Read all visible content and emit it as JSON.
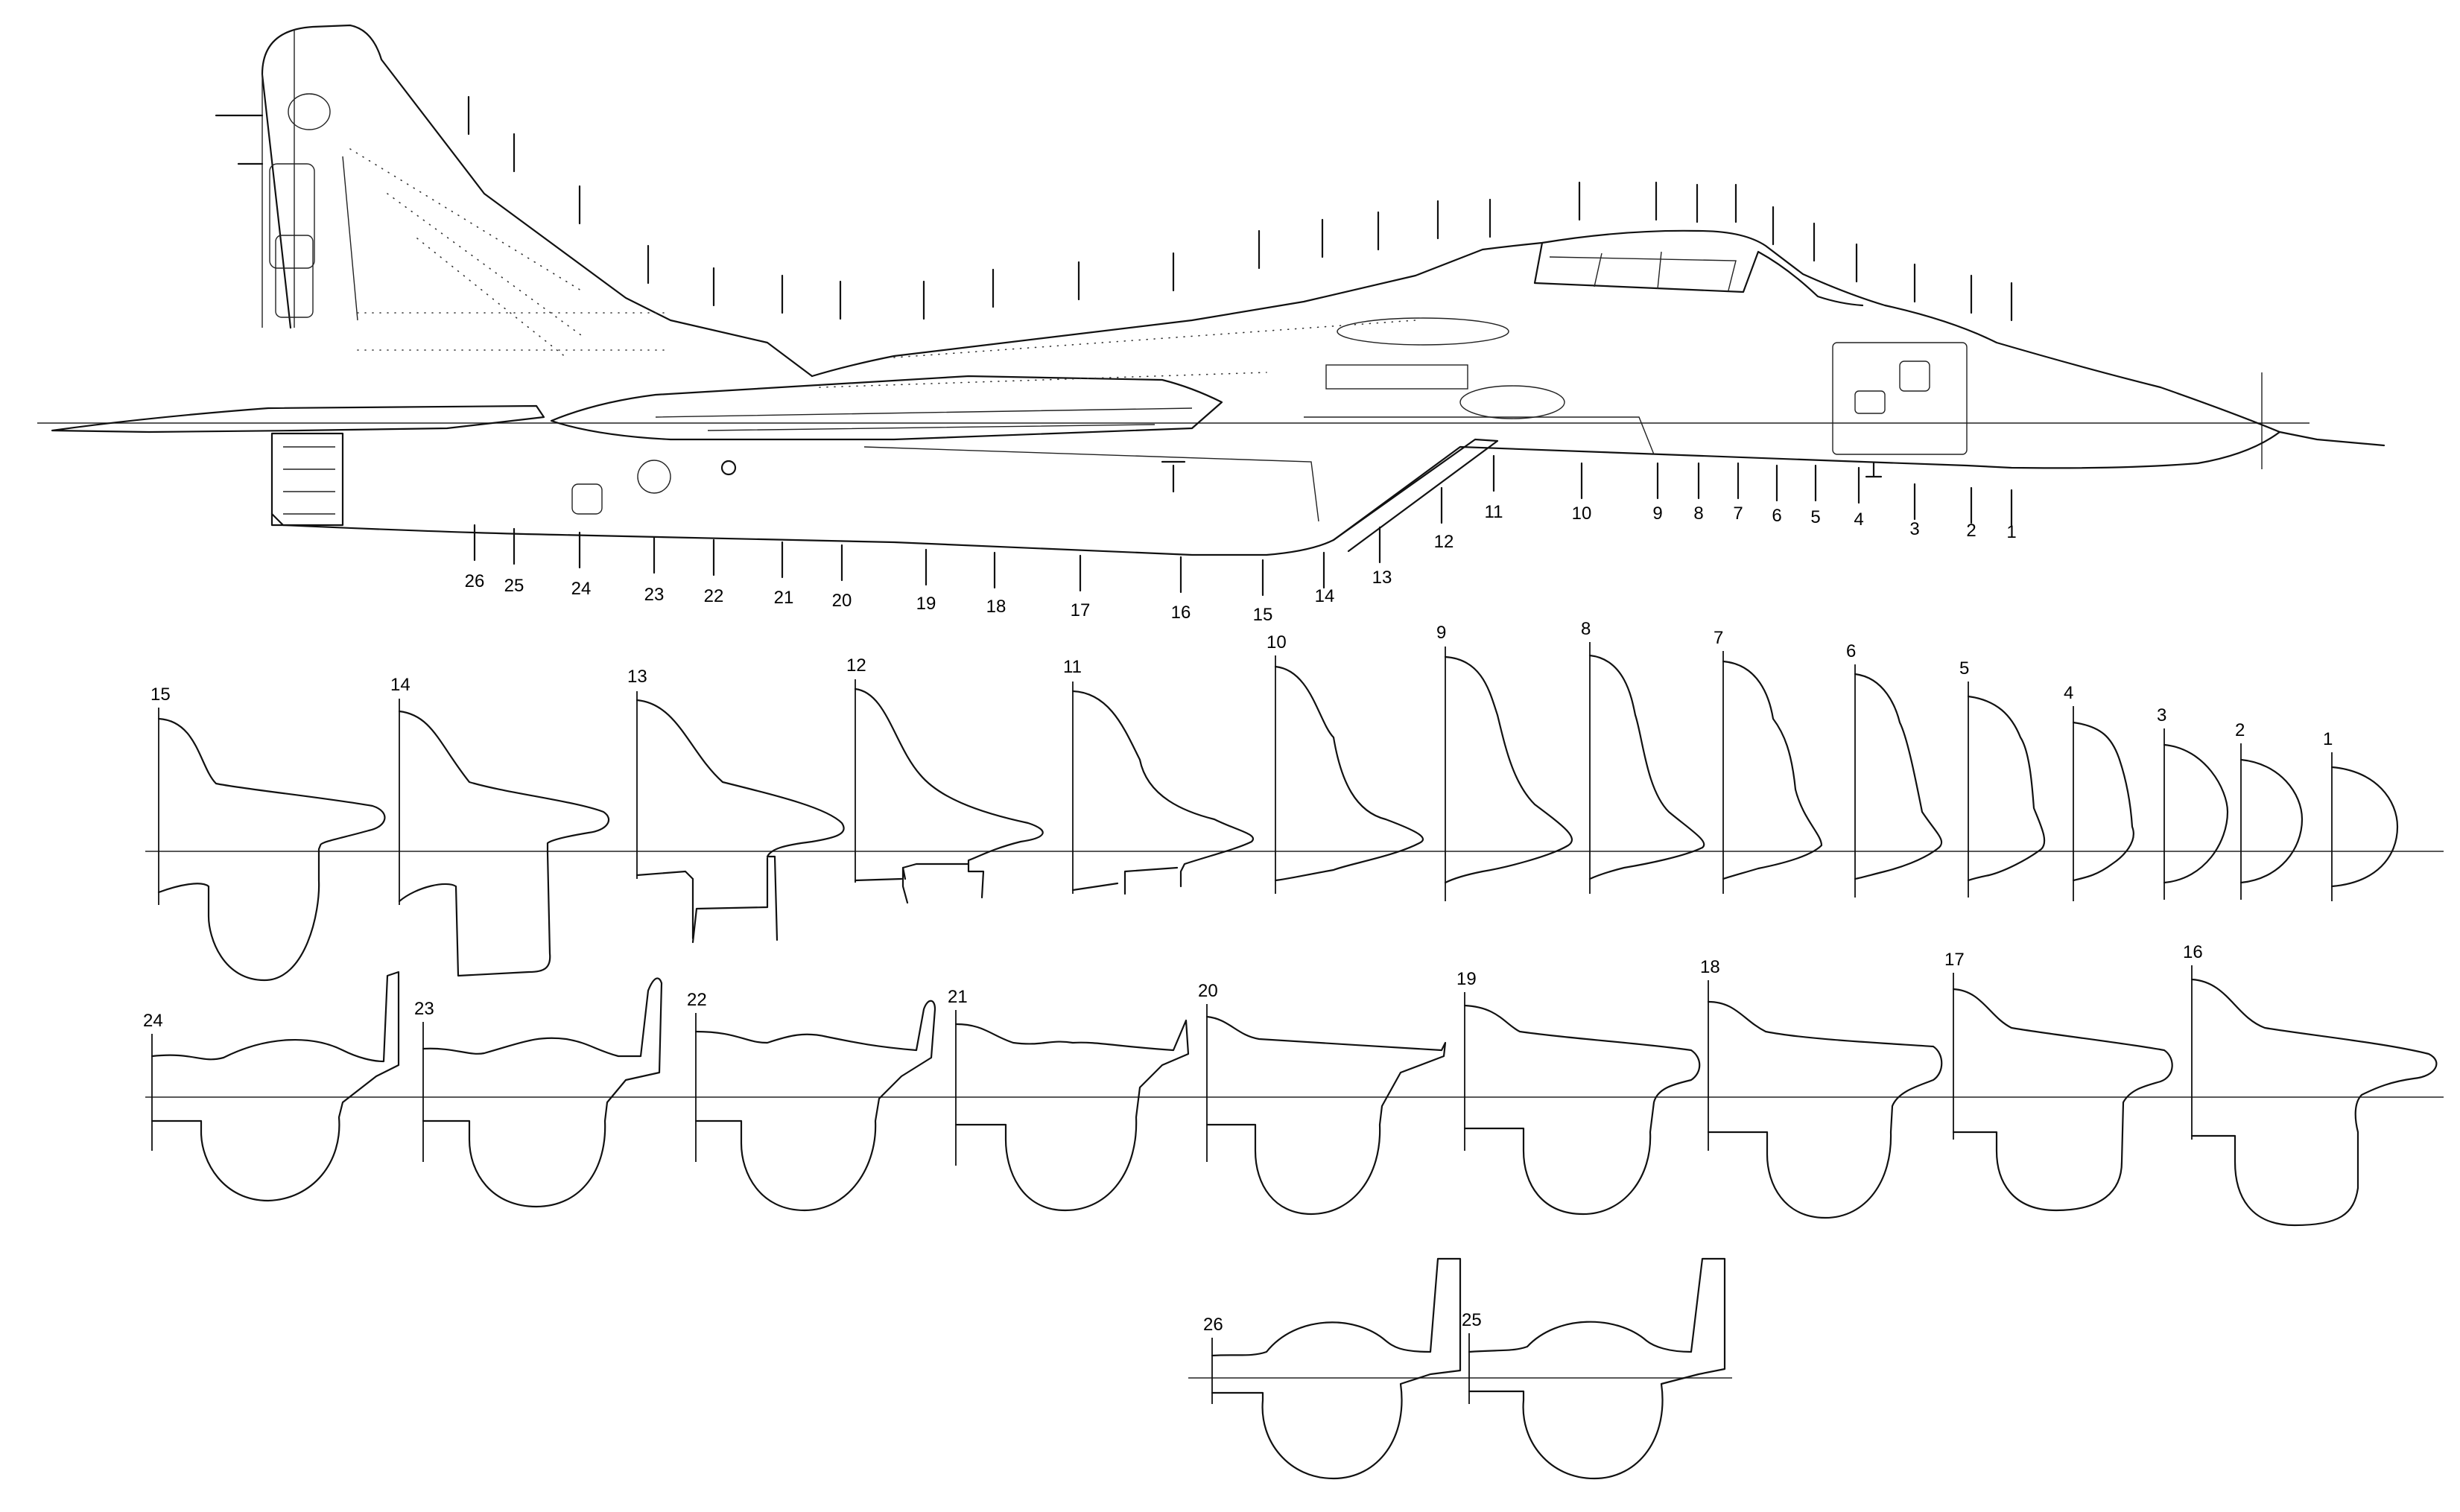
{
  "profile_stations": [
    "26",
    "25",
    "24",
    "23",
    "22",
    "21",
    "20",
    "19",
    "18",
    "17",
    "16",
    "15",
    "14",
    "13",
    "12",
    "11",
    "10",
    "9",
    "8",
    "7",
    "6",
    "5",
    "4",
    "3",
    "2",
    "1"
  ],
  "section_rows": [
    [
      "15",
      "14",
      "13",
      "12",
      "11",
      "10",
      "9",
      "8",
      "7",
      "6",
      "5",
      "4",
      "3",
      "2",
      "1"
    ],
    [
      "24",
      "23",
      "22",
      "21",
      "20",
      "19",
      "18",
      "17",
      "16"
    ],
    [
      "26",
      "25"
    ]
  ]
}
